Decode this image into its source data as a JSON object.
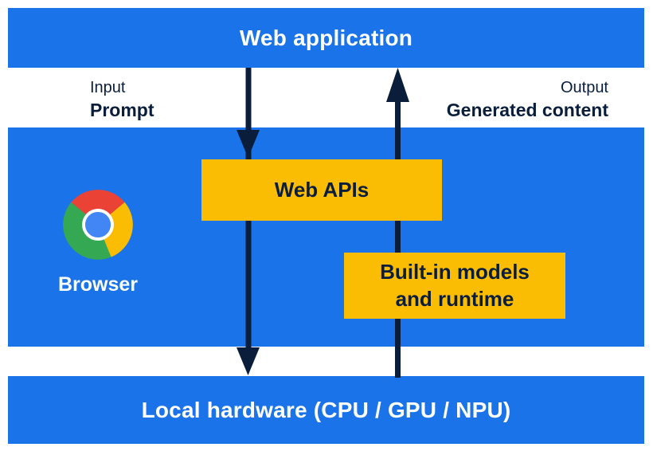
{
  "diagram": {
    "top_bar": {
      "label": "Web application"
    },
    "bottom_bar": {
      "label": "Local hardware (CPU / GPU / NPU)"
    },
    "input": {
      "caption": "Input",
      "label": "Prompt"
    },
    "output": {
      "caption": "Output",
      "label": "Generated content"
    },
    "browser": {
      "label": "Browser",
      "icon": "chrome-browser-icon"
    },
    "boxes": {
      "web_apis": "Web APIs",
      "models_line1": "Built-in models",
      "models_line2": "and runtime"
    },
    "flows": [
      {
        "direction": "down",
        "from": "Web application",
        "via": "Web APIs",
        "to": "Local hardware (CPU / GPU / NPU)",
        "carries": "Prompt"
      },
      {
        "direction": "up",
        "from": "Local hardware (CPU / GPU / NPU)",
        "via": "Built-in models and runtime",
        "to": "Web application",
        "carries": "Generated content"
      }
    ],
    "colors": {
      "blue": "#1A73E8",
      "yellow": "#FBBC04",
      "navy": "#0A1E3C",
      "chrome_red": "#EA4335",
      "chrome_yellow": "#FBBC04",
      "chrome_green": "#34A853",
      "chrome_blue": "#4285F4"
    }
  }
}
